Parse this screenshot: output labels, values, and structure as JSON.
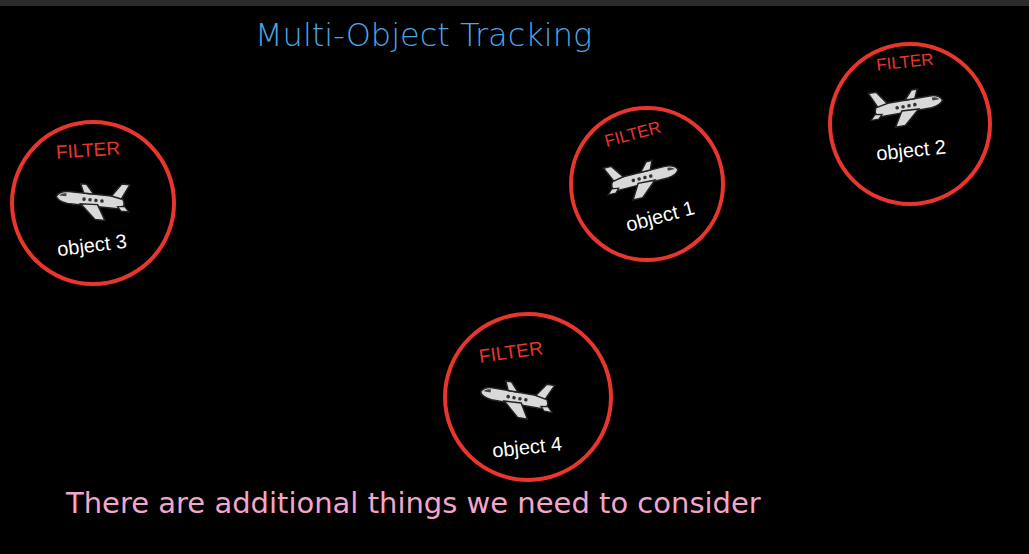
{
  "diagram": {
    "title": "Multi-Object Tracking",
    "caption": "There are additional things we need to consider",
    "nodes": [
      {
        "text": [
          "FILTER",
          "object 3"
        ]
      },
      {
        "text": [
          "FILTER",
          "object 1"
        ]
      },
      {
        "text": [
          "FILTER",
          "object 2"
        ]
      },
      {
        "text": [
          "FILTER",
          "object 4"
        ]
      }
    ]
  }
}
